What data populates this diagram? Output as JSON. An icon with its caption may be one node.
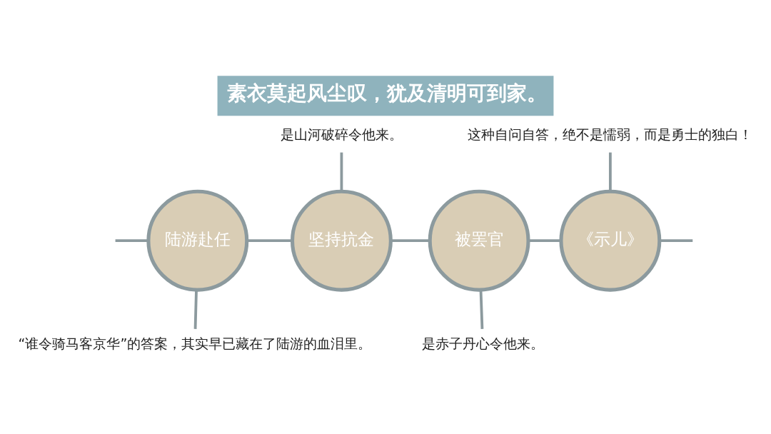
{
  "diagram": {
    "title": "素衣莫起风尘叹，犹及清明可到家。",
    "nodes": [
      {
        "text": [
          "陆游赴任"
        ]
      },
      {
        "text": [
          "坚持抗金"
        ]
      },
      {
        "text": [
          "被罢官"
        ]
      },
      {
        "text": [
          "《示儿》"
        ]
      },
      {
        "text": [
          "是山河破碎令他来。"
        ]
      },
      {
        "text": [
          "这种自问自答，绝不是懦弱，而是勇士的独白！"
        ]
      },
      {
        "text": [
          "“谁令骑马客京华”的答案，其实早已藏在了陆游的血泪里。"
        ]
      },
      {
        "text": [
          "是赤子丹心令他来。"
        ]
      }
    ],
    "edges": [
      {
        "from": null,
        "to": 0,
        "arrow": "none"
      },
      {
        "from": 0,
        "to": 1,
        "arrow": "none"
      },
      {
        "from": 1,
        "to": 2,
        "arrow": "none"
      },
      {
        "from": 2,
        "to": 3,
        "arrow": "none"
      },
      {
        "from": 3,
        "to": null,
        "arrow": "none"
      },
      {
        "from": 4,
        "to": 1,
        "arrow": "none"
      },
      {
        "from": 5,
        "to": 3,
        "arrow": "none"
      },
      {
        "from": 6,
        "to": 0,
        "arrow": "none"
      },
      {
        "from": 7,
        "to": 2,
        "arrow": "none"
      }
    ]
  }
}
